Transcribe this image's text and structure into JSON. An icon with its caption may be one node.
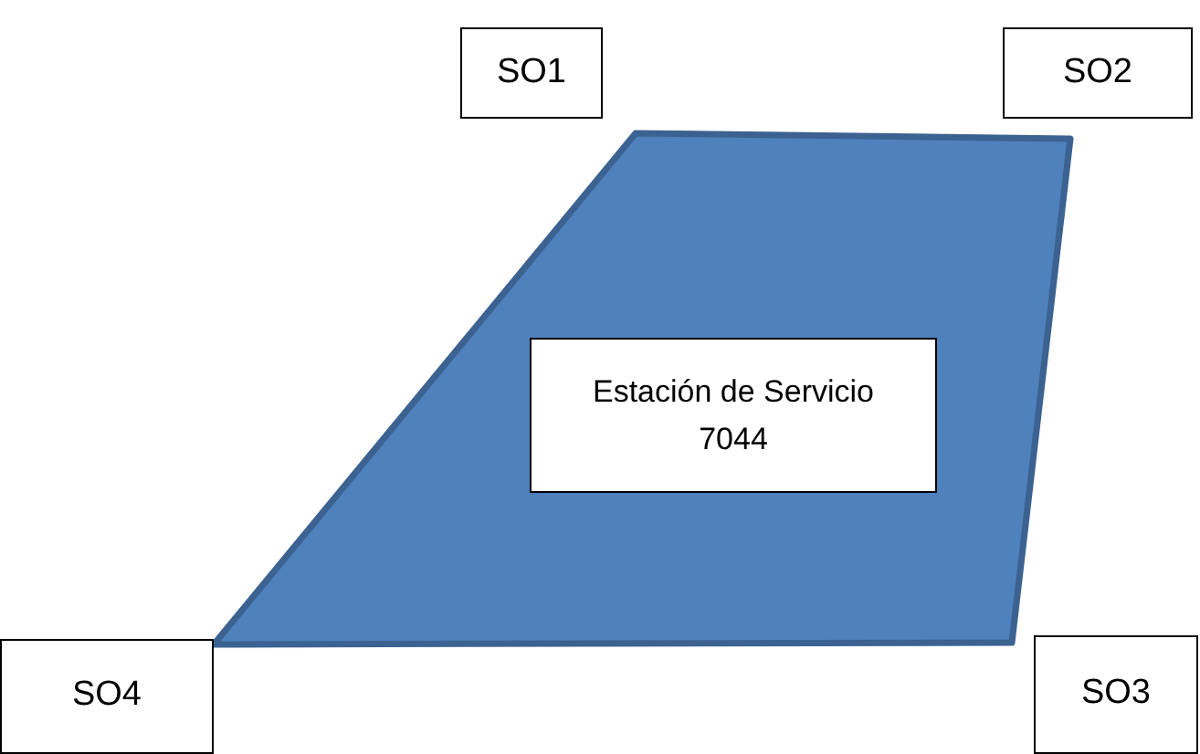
{
  "diagram": {
    "nodes": [
      {
        "text": [
          "SO1"
        ]
      },
      {
        "text": [
          "SO2"
        ]
      },
      {
        "text": [],
        "shape": "polygon"
      },
      {
        "text": [
          "Estación de Servicio 7044"
        ],
        "in": 2
      },
      {
        "text": [
          "SO4"
        ]
      },
      {
        "text": [
          "SO3"
        ]
      }
    ]
  }
}
